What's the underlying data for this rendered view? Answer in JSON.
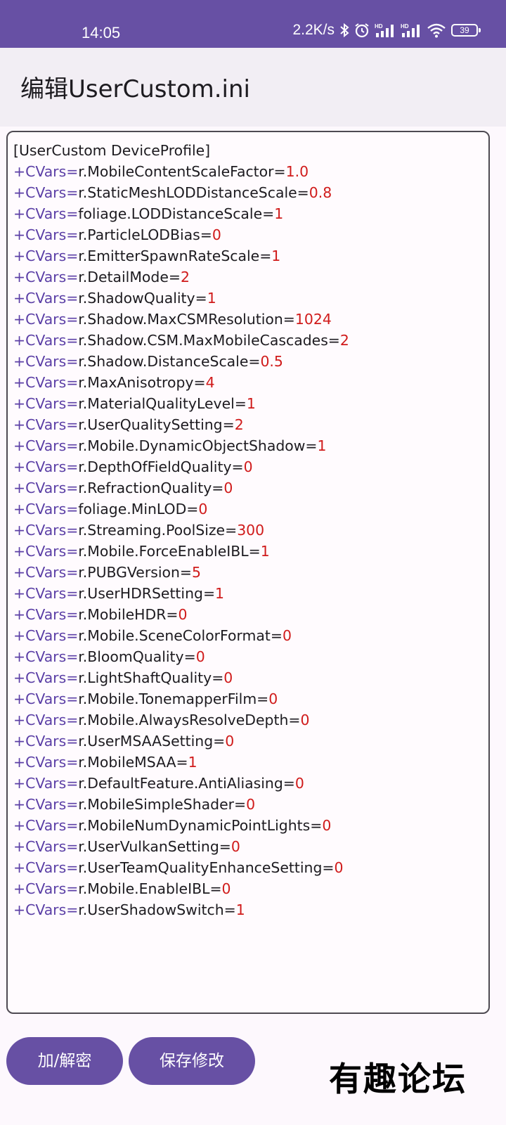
{
  "status_bar": {
    "time": "14:05",
    "net_speed": "2.2K/s",
    "battery": "39",
    "icons": [
      "bluetooth-icon",
      "alarm-icon",
      "hd-signal-icon",
      "hd-signal-icon-2",
      "wifi-icon",
      "battery-icon"
    ]
  },
  "app_bar": {
    "title": "编辑UserCustom.ini"
  },
  "editor": {
    "header": "[UserCustom DeviceProfile]",
    "prefix": "+CVars=",
    "lines": [
      {
        "key": "r.MobileContentScaleFactor=",
        "value": "1.0"
      },
      {
        "key": "r.StaticMeshLODDistanceScale=",
        "value": "0.8"
      },
      {
        "key": "foliage.LODDistanceScale=",
        "value": "1"
      },
      {
        "key": "r.ParticleLODBias=",
        "value": "0"
      },
      {
        "key": "r.EmitterSpawnRateScale=",
        "value": "1"
      },
      {
        "key": "r.DetailMode=",
        "value": "2"
      },
      {
        "key": "r.ShadowQuality=",
        "value": "1"
      },
      {
        "key": "r.Shadow.MaxCSMResolution=",
        "value": "1024"
      },
      {
        "key": "r.Shadow.CSM.MaxMobileCascades=",
        "value": "2"
      },
      {
        "key": "r.Shadow.DistanceScale=",
        "value": "0.5"
      },
      {
        "key": "r.MaxAnisotropy=",
        "value": "4"
      },
      {
        "key": "r.MaterialQualityLevel=",
        "value": "1"
      },
      {
        "key": "r.UserQualitySetting=",
        "value": "2"
      },
      {
        "key": "r.Mobile.DynamicObjectShadow=",
        "value": "1"
      },
      {
        "key": "r.DepthOfFieldQuality=",
        "value": "0"
      },
      {
        "key": "r.RefractionQuality=",
        "value": "0"
      },
      {
        "key": "foliage.MinLOD=",
        "value": "0"
      },
      {
        "key": "r.Streaming.PoolSize=",
        "value": "300"
      },
      {
        "key": "r.Mobile.ForceEnableIBL=",
        "value": "1"
      },
      {
        "key": "r.PUBGVersion=",
        "value": "5"
      },
      {
        "key": "r.UserHDRSetting=",
        "value": "1"
      },
      {
        "key": "r.MobileHDR=",
        "value": "0"
      },
      {
        "key": "r.Mobile.SceneColorFormat=",
        "value": "0"
      },
      {
        "key": "r.BloomQuality=",
        "value": "0"
      },
      {
        "key": "r.LightShaftQuality=",
        "value": "0"
      },
      {
        "key": "r.Mobile.TonemapperFilm=",
        "value": "0"
      },
      {
        "key": "r.Mobile.AlwaysResolveDepth=",
        "value": "0"
      },
      {
        "key": "r.UserMSAASetting=",
        "value": "0"
      },
      {
        "key": "r.MobileMSAA=",
        "value": "1"
      },
      {
        "key": "r.DefaultFeature.AntiAliasing=",
        "value": "0"
      },
      {
        "key": "r.MobileSimpleShader=",
        "value": "0"
      },
      {
        "key": "r.MobileNumDynamicPointLights=",
        "value": "0"
      },
      {
        "key": "r.UserVulkanSetting=",
        "value": "0"
      },
      {
        "key": "r.UserTeamQualityEnhanceSetting=",
        "value": "0"
      },
      {
        "key": "r.Mobile.EnableIBL=",
        "value": "0"
      },
      {
        "key": "r.UserShadowSwitch=",
        "value": "1"
      }
    ]
  },
  "buttons": {
    "encrypt_label": "加/解密",
    "save_label": "保存修改"
  },
  "watermark": {
    "text": "有趣论坛"
  },
  "colors": {
    "primary": "#6750a4",
    "app_bar_bg": "#f2eef4",
    "prefix": "#5b3fa6",
    "value": "#d01b1b",
    "text": "#1d1b20"
  }
}
